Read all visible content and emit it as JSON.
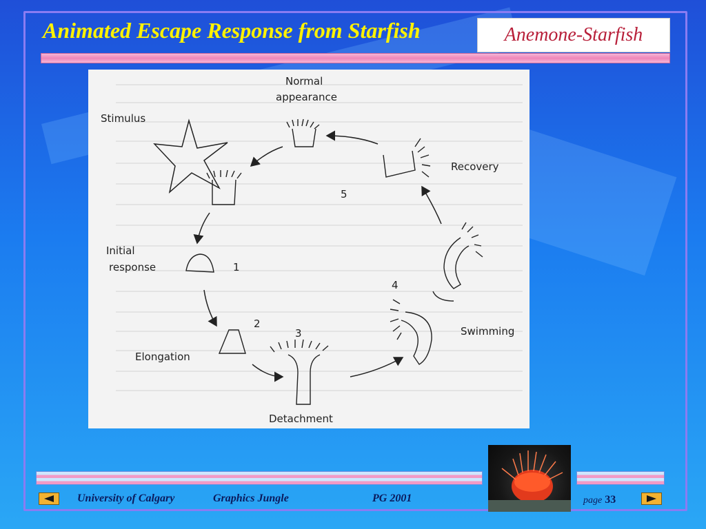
{
  "slide": {
    "title": "Animated Escape Response from Starfish",
    "badge": "Anemone-Starfish"
  },
  "figure": {
    "labels": {
      "normal_appearance_1": "Normal",
      "normal_appearance_2": "appearance",
      "stimulus": "Stimulus",
      "recovery": "Recovery",
      "initial_response_1": "Initial",
      "initial_response_2": "response",
      "swimming": "Swimming",
      "elongation": "Elongation",
      "detachment": "Detachment",
      "step_1": "1",
      "step_2": "2",
      "step_3": "3",
      "step_4": "4",
      "step_5": "5"
    }
  },
  "footer": {
    "university": "University of Calgary",
    "jungle": "Graphics Jungle",
    "course": "PG 2001",
    "page_word": "page",
    "page_number": "33"
  },
  "colors": {
    "title": "#fff200",
    "badge_text": "#b8203a",
    "nav_button": "#f2b232"
  },
  "icons": {
    "prev": "left-triangle-icon",
    "next": "right-triangle-icon"
  }
}
